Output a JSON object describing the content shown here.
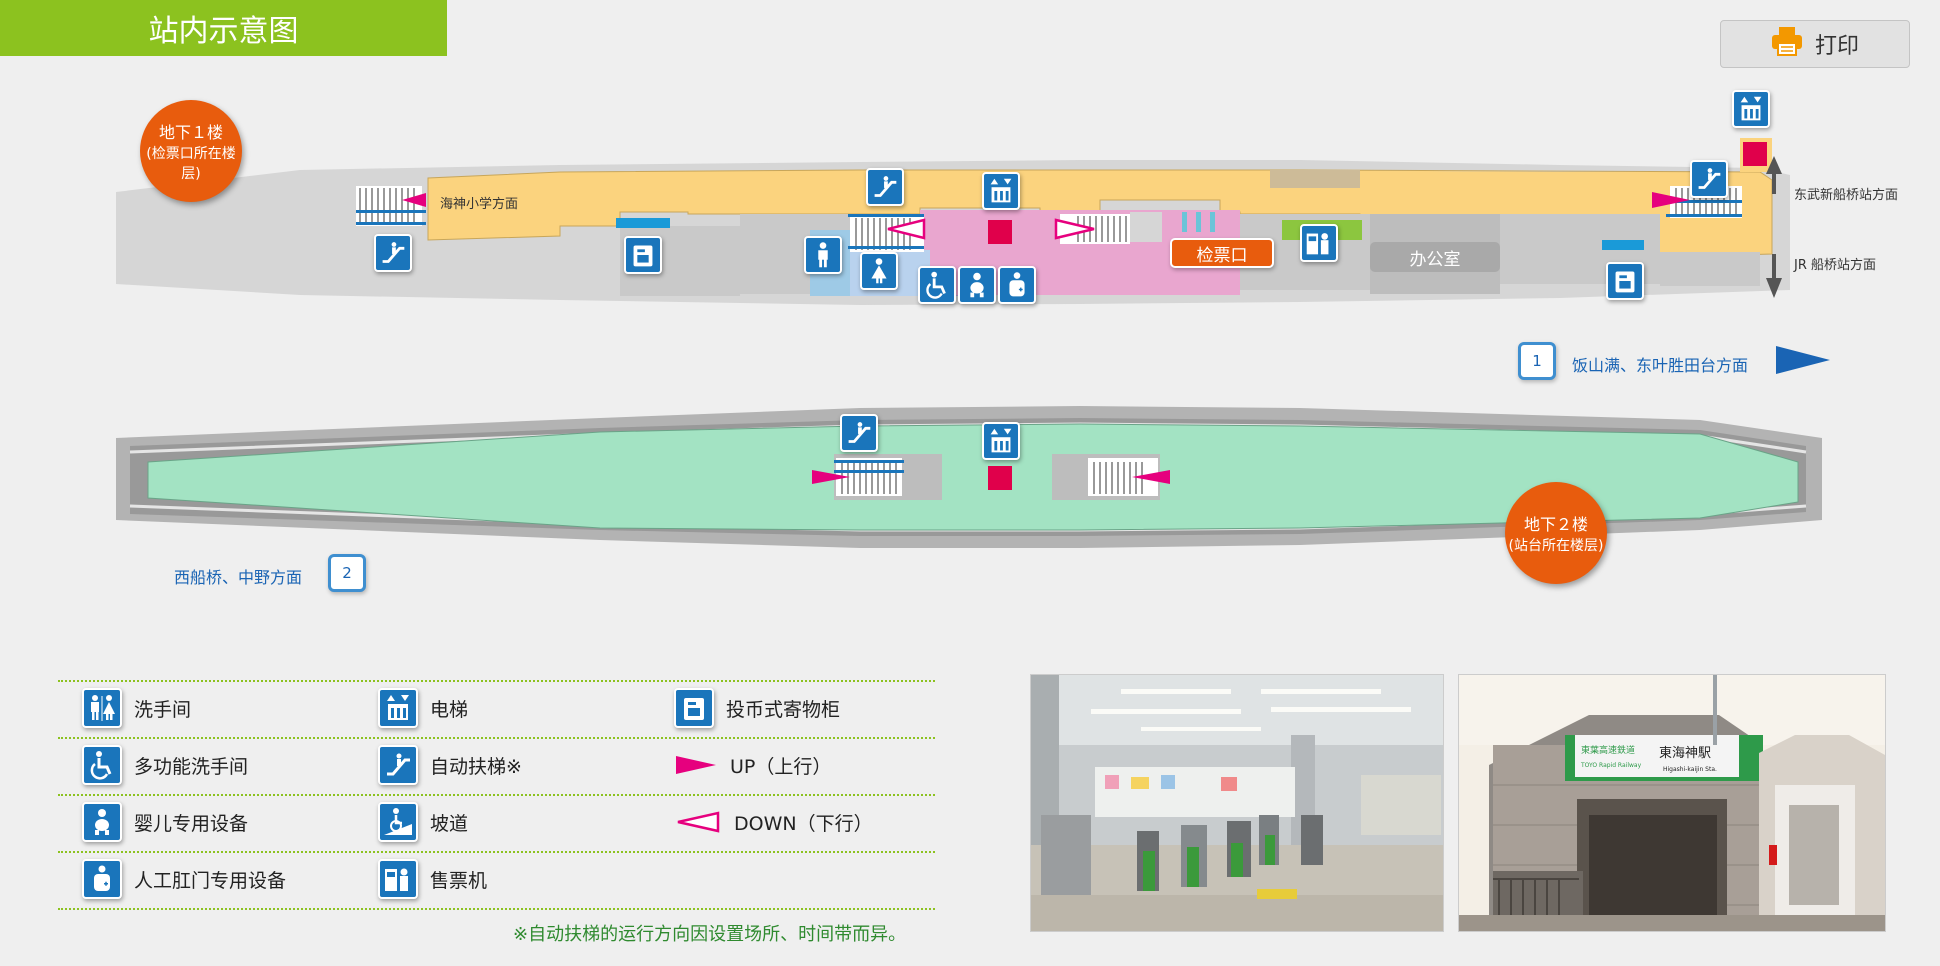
{
  "header": {
    "title": "站内示意图",
    "print_label": "打印"
  },
  "floor_b1": {
    "line1": "地下１楼",
    "line2": "(检票口所在楼层)"
  },
  "floor_b2": {
    "line1": "地下２楼",
    "line2": "(站台所在楼层)"
  },
  "map_labels": {
    "school": "海神小学方面",
    "ticket_gate": "检票口",
    "office": "办公室",
    "tobu": "东武新船桥站方面",
    "jr": "JR 船桥站方面"
  },
  "directions": {
    "east": {
      "track": "1",
      "label": "饭山满、东叶胜田台方面"
    },
    "west": {
      "track": "2",
      "label": "西船桥、中野方面"
    }
  },
  "legend": {
    "toilet": "洗手间",
    "elevator": "电梯",
    "locker": "投币式寄物柜",
    "accessible_toilet": "多功能洗手间",
    "escalator": "自动扶梯※",
    "up": "UP（上行）",
    "baby": "婴儿专用设备",
    "ramp": "坡道",
    "down": "DOWN（下行）",
    "ostomy": "人工肛门专用设备",
    "ticket_machine": "售票机",
    "note": "※自动扶梯的运行方向因设置场所、时间带而异。"
  },
  "photo2_sign": {
    "line1": "東葉高速鉄道",
    "line2": "TOYO Rapid Railway",
    "station": "東海神駅",
    "station_en": "Higashi-kaijin Sta."
  },
  "colors": {
    "header_green": "#8cc21f",
    "icon_blue": "#1a75bb",
    "floor_orange": "#e85c0d",
    "concourse": "#fbd37e",
    "paid_area": "#e9a6cf",
    "platform": "#a3e3c3",
    "arrow_magenta": "#e6007e",
    "direction_blue": "#1a64b4"
  }
}
